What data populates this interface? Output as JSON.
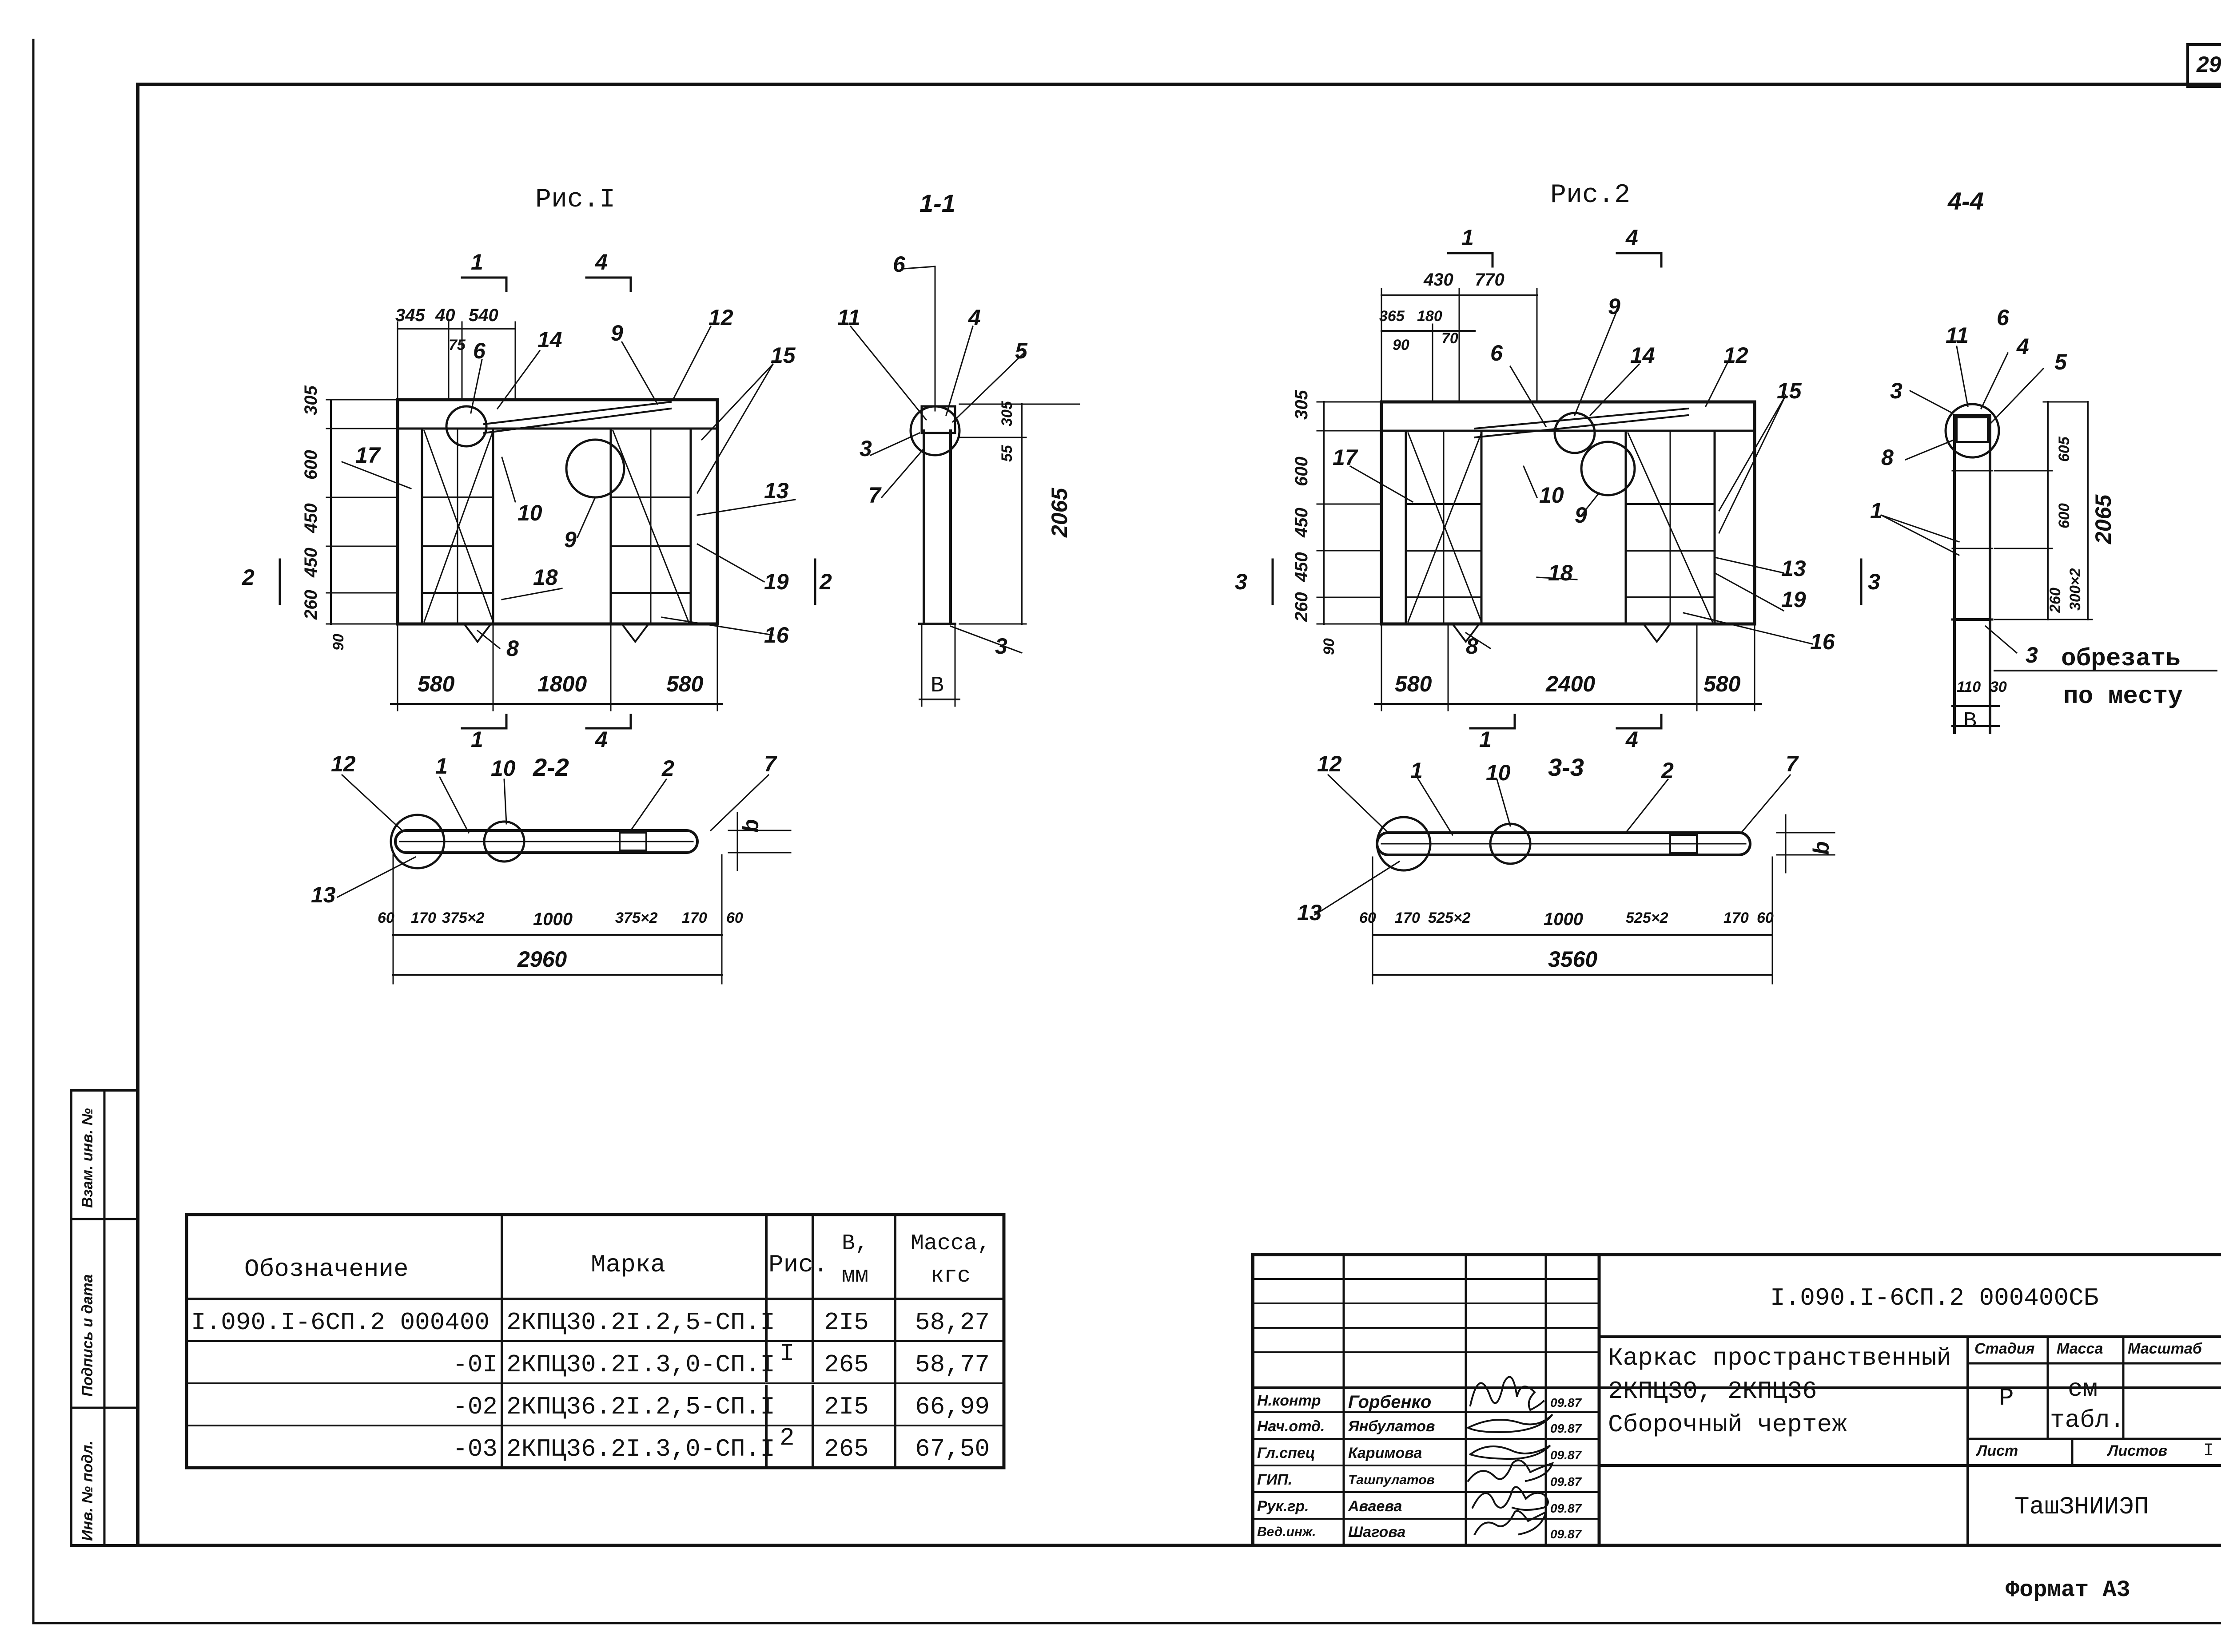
{
  "page": {
    "sheet_number": "29",
    "format": "Формат А3"
  },
  "fig1": {
    "title": "Рис.I",
    "section_cut": "1-1",
    "section_plan": "2-2",
    "dims_top": [
      "345",
      "40",
      "540"
    ],
    "dim_75": "75",
    "dims_left": [
      "305",
      "600",
      "450",
      "450",
      "260",
      "90"
    ],
    "dims_bottom": [
      "580",
      "1800",
      "580"
    ],
    "section_marks": [
      "1",
      "4",
      "2"
    ],
    "leaders": [
      "6",
      "14",
      "9",
      "12",
      "15",
      "17",
      "10",
      "9",
      "13",
      "19",
      "18",
      "16",
      "8"
    ],
    "plan_leaders": [
      "12",
      "1",
      "10",
      "2",
      "7",
      "13"
    ],
    "plan_dims": [
      "60",
      "170",
      "375×2",
      "1000",
      "375×2",
      "170",
      "60"
    ],
    "plan_total": "2960",
    "plan_b": "b"
  },
  "sec11": {
    "leaders": [
      "6",
      "11",
      "4",
      "5",
      "3",
      "7",
      "3"
    ],
    "dims": [
      "305",
      "55",
      "2065"
    ],
    "b_label": "B"
  },
  "fig2": {
    "title": "Рис.2",
    "section_cut": "4-4",
    "section_plan": "3-3",
    "dims_top": [
      "430",
      "770"
    ],
    "dims_top2": [
      "365",
      "180",
      "90",
      "70"
    ],
    "dims_left": [
      "305",
      "600",
      "450",
      "450",
      "260",
      "90"
    ],
    "dims_bottom": [
      "580",
      "2400",
      "580"
    ],
    "section_marks": [
      "1",
      "4",
      "3"
    ],
    "leaders": [
      "9",
      "6",
      "14",
      "12",
      "15",
      "17",
      "10",
      "9",
      "18",
      "13",
      "19",
      "8",
      "16"
    ],
    "plan_leaders": [
      "12",
      "1",
      "10",
      "2",
      "7",
      "13"
    ],
    "plan_dims": [
      "60",
      "170",
      "525×2",
      "1000",
      "525×2",
      "170",
      "60"
    ],
    "plan_total": "3560",
    "plan_b": "b"
  },
  "sec44": {
    "leaders": [
      "11",
      "6",
      "4",
      "3",
      "5",
      "8",
      "1",
      "3"
    ],
    "dims": [
      "605",
      "600",
      "260",
      "300×2",
      "2065"
    ],
    "bottom_dims": [
      "110",
      "30"
    ],
    "b_label": "B",
    "note_line1": "обрезать",
    "note_line2": "по месту"
  },
  "spec_table": {
    "headers": [
      "Обозначение",
      "Марка",
      "Рис.",
      "B,\nмм",
      "Масса,\nкгс"
    ],
    "rows": [
      [
        "I.090.I-6СП.2  000400",
        "2КПЦ30.2I.2,5-СП.I",
        "I",
        "2I5",
        "58,27"
      ],
      [
        "-0I",
        "2КПЦ30.2I.3,0-СП.I",
        "",
        "265",
        "58,77"
      ],
      [
        "-02",
        "2КПЦ36.2I.2,5-СП.I",
        "2",
        "2I5",
        "66,99"
      ],
      [
        "-03",
        "2КПЦ36.2I.3,0-СП.I",
        "",
        "265",
        "67,50"
      ]
    ]
  },
  "side_stamp": {
    "cells": [
      "Взам. инв. №",
      "Подпись и дата",
      "Инв. № подл."
    ]
  },
  "title_block": {
    "doc_code": "I.090.I-6СП.2  000400СБ",
    "name_line1": "Каркас пространственный",
    "name_line2": "2КПЦ30, 2КПЦ36",
    "name_line3": "Сборочный чертеж",
    "stage_label": "Стадия",
    "mass_label": "Масса",
    "scale_label": "Масштаб",
    "stage_value": "Р",
    "mass_value_1": "см",
    "mass_value_2": "табл.",
    "sheet_label": "Лист",
    "sheets_label": "Листов",
    "sheets_value": "I",
    "org": "ТашЗНИИЭП",
    "signers": [
      {
        "role": "Н.контр",
        "name": "Горбенко",
        "date": "09.87"
      },
      {
        "role": "Нач.отд.",
        "name": "Янбулатов",
        "date": "09.87"
      },
      {
        "role": "Гл.спец",
        "name": "Каримова",
        "date": "09.87"
      },
      {
        "role": "ГИП.",
        "name": "Ташпулатов",
        "date": "09.87"
      },
      {
        "role": "Рук.гр.",
        "name": "Аваева",
        "date": "09.87"
      },
      {
        "role": "Вед.инж.",
        "name": "Шагова",
        "date": "09.87"
      }
    ]
  }
}
